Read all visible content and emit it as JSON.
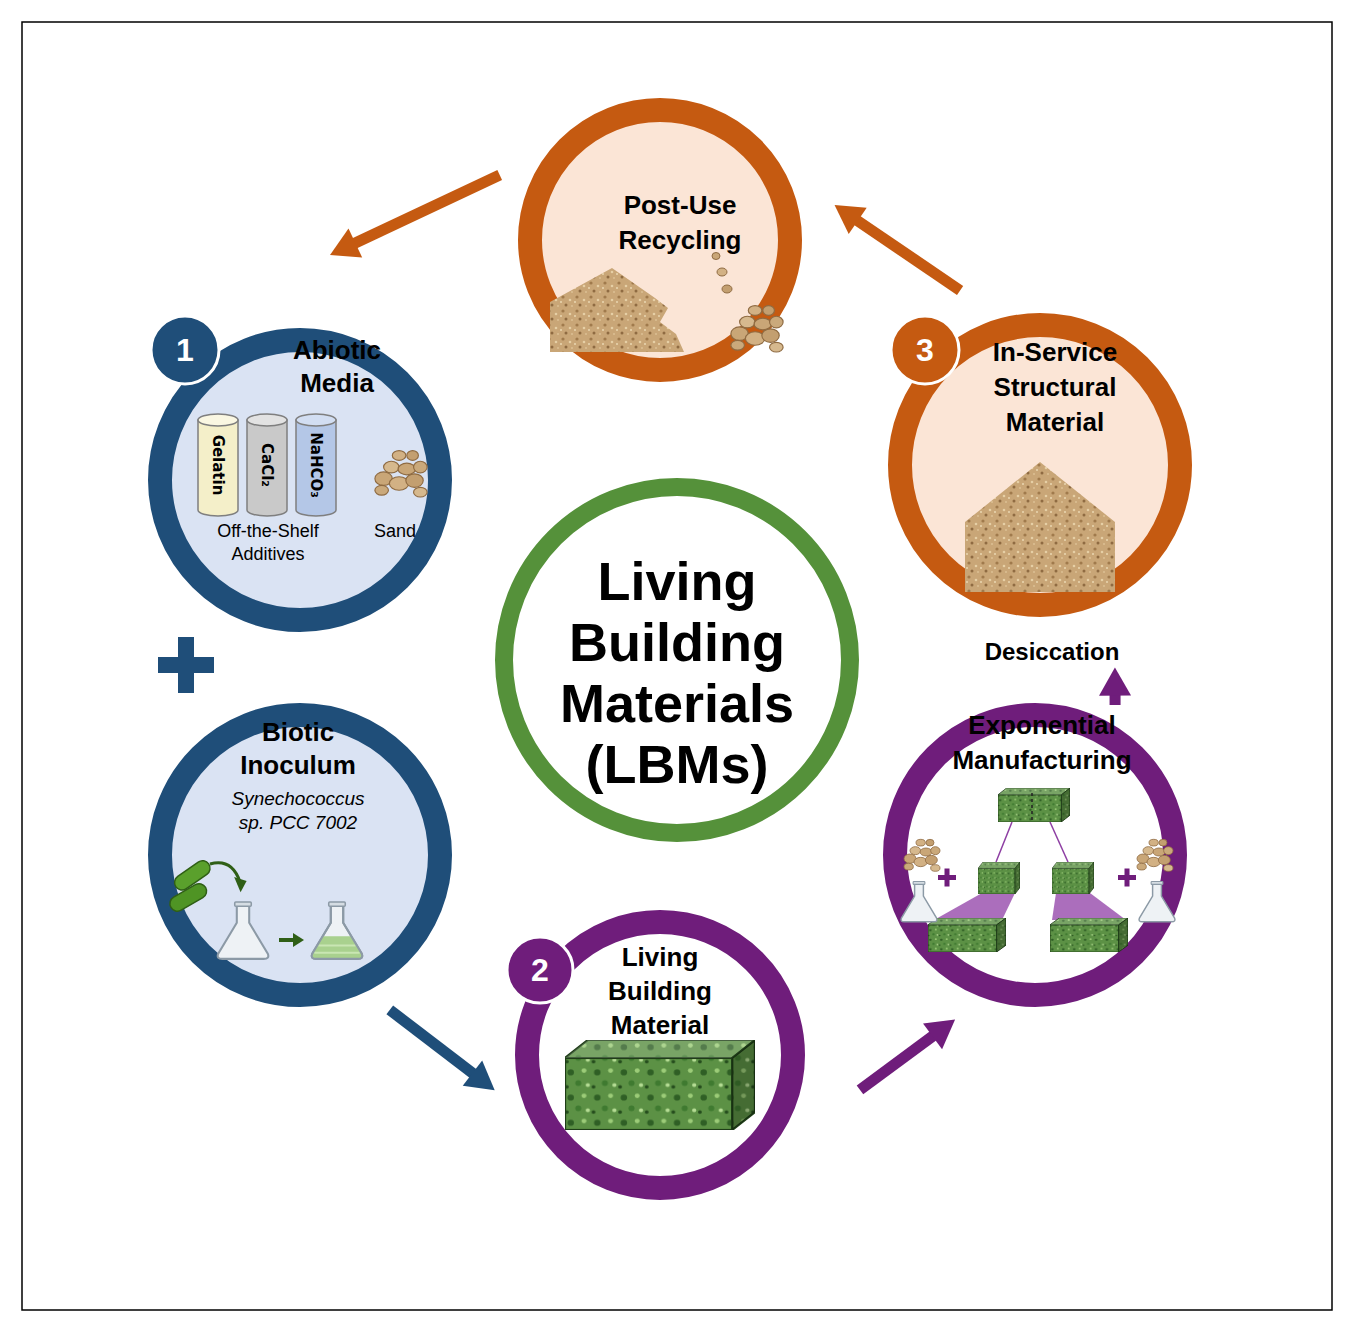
{
  "diagram": {
    "nodes": [
      {
        "text": [
          "Abiotic Media",
          "Gelatin",
          "CaCl₂",
          "NaHCO₃",
          "Off-the-Shelf Additives",
          "Sand"
        ]
      },
      {
        "text": [
          "Biotic Inoculum",
          "Synechococcus sp. PCC 7002"
        ]
      },
      {
        "text": [
          "Living Building Material"
        ]
      },
      {
        "text": [
          "Exponential Manufacturing"
        ]
      },
      {
        "text": [
          "In-Service Structural Material"
        ]
      },
      {
        "text": [
          "Post-Use Recycling"
        ]
      },
      {
        "text": [
          "Living Building Materials (LBMs)"
        ]
      }
    ],
    "edges": [
      {
        "from": 5,
        "to": 0,
        "arrow": "to"
      },
      {
        "from": 4,
        "to": 5,
        "arrow": "to"
      },
      {
        "from": 1,
        "to": 2,
        "arrow": "to"
      },
      {
        "from": 2,
        "to": 3,
        "arrow": "to"
      },
      {
        "from": 3,
        "to": 4,
        "label": "Desiccation",
        "arrow": "to"
      }
    ],
    "labels": [
      "1",
      "2",
      "3"
    ]
  }
}
